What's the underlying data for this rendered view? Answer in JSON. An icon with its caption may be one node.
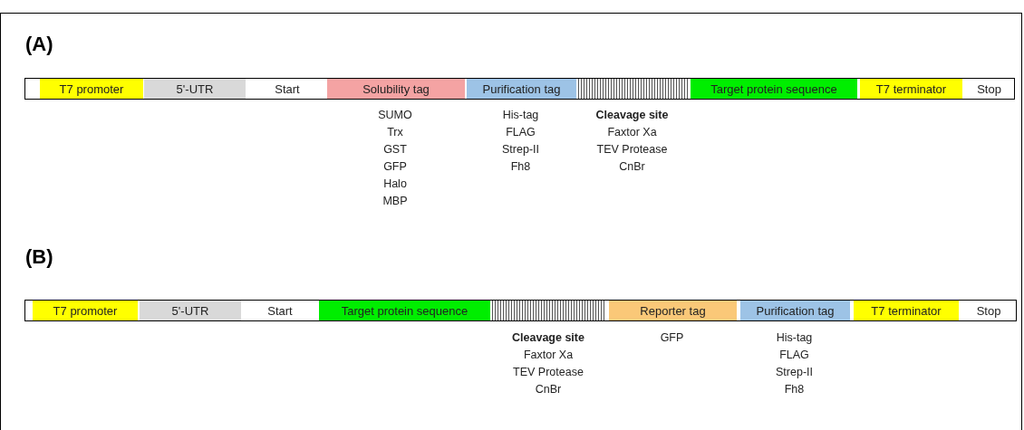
{
  "diagram": {
    "nodes": [
      {
        "text": [],
        "shape": "bar"
      },
      {
        "text": [
          "T7 promoter"
        ],
        "in": 0
      },
      {
        "text": [
          "5'-UTR"
        ],
        "in": 0
      },
      {
        "text": [
          "Start"
        ],
        "in": 0
      },
      {
        "text": [
          "Solubility tag"
        ],
        "in": 0,
        "beside": [
          "SUMO",
          "Trx",
          "GST",
          "GFP",
          "Halo",
          "MBP"
        ]
      },
      {
        "text": [
          "Purification tag"
        ],
        "in": 0,
        "beside": [
          "His-tag",
          "FLAG",
          "Strep-II",
          "Fh8"
        ]
      },
      {
        "text": [],
        "shape": "box",
        "in": 0,
        "beside": [
          "Cleavage site",
          "Faxtor Xa",
          "TEV Protease",
          "CnBr"
        ]
      },
      {
        "text": [
          "Target protein sequence"
        ],
        "in": 0
      },
      {
        "text": [
          "T7 terminator"
        ],
        "in": 0
      },
      {
        "text": [
          "Stop"
        ],
        "in": 0
      },
      {
        "text": [],
        "shape": "bar"
      },
      {
        "text": [
          "T7 promoter"
        ],
        "in": 10
      },
      {
        "text": [
          "5'-UTR"
        ],
        "in": 10
      },
      {
        "text": [
          "Start"
        ],
        "in": 10
      },
      {
        "text": [
          "Target protein sequence"
        ],
        "in": 10
      },
      {
        "text": [],
        "shape": "box",
        "in": 10,
        "beside": [
          "Cleavage site",
          "Faxtor Xa",
          "TEV Protease",
          "CnBr"
        ]
      },
      {
        "text": [
          "Reporter tag"
        ],
        "in": 10,
        "beside": [
          "GFP"
        ]
      },
      {
        "text": [
          "Purification tag"
        ],
        "in": 10,
        "beside": [
          "His-tag",
          "FLAG",
          "Strep-II",
          "Fh8"
        ]
      },
      {
        "text": [
          "T7 terminator"
        ],
        "in": 10
      },
      {
        "text": [
          "Stop"
        ],
        "in": 10
      }
    ],
    "labels": [
      "(A)",
      "(B)"
    ]
  }
}
